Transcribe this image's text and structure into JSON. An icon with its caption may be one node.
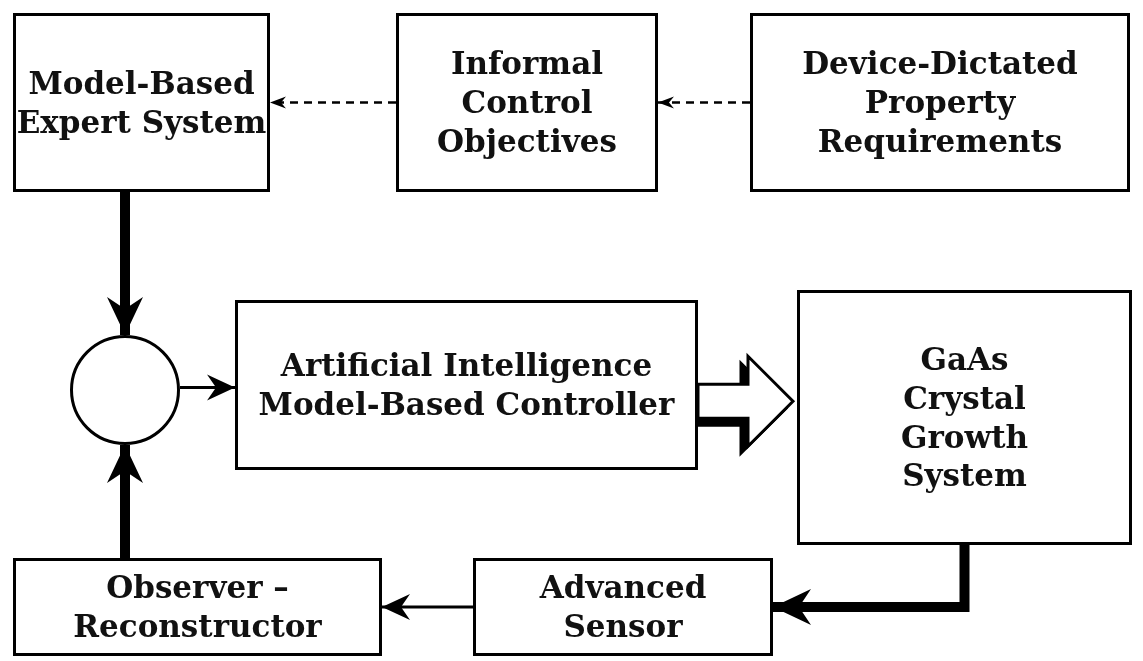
{
  "diagram": {
    "nodes": [
      {
        "text": [
          "Model-Based Expert System"
        ]
      },
      {
        "text": [
          "Informal Control Objectives"
        ]
      },
      {
        "text": [
          "Device-Dictated Property Requirements"
        ]
      },
      {
        "text": [],
        "shape": "circle"
      },
      {
        "text": [
          "Artificial Intelligence Model-Based Controller"
        ]
      },
      {
        "text": [
          "GaAs Crystal Growth System"
        ]
      },
      {
        "text": [
          "Observer – Reconstructor"
        ]
      },
      {
        "text": [
          "Advanced Sensor"
        ]
      }
    ],
    "edges": [
      {
        "from": 1,
        "to": 0,
        "arrow": "to",
        "style": "dashed"
      },
      {
        "from": 2,
        "to": 1,
        "arrow": "to",
        "style": "dashed"
      },
      {
        "from": 0,
        "to": 3,
        "arrow": "to",
        "style": "thick"
      },
      {
        "from": 3,
        "to": 4,
        "arrow": "to"
      },
      {
        "from": 4,
        "to": 5,
        "arrow": "to",
        "style": "thick"
      },
      {
        "from": 5,
        "to": 7,
        "arrow": "to",
        "style": "thick"
      },
      {
        "from": 7,
        "to": 6,
        "arrow": "to"
      },
      {
        "from": 6,
        "to": 3,
        "arrow": "to",
        "style": "thick"
      }
    ]
  }
}
